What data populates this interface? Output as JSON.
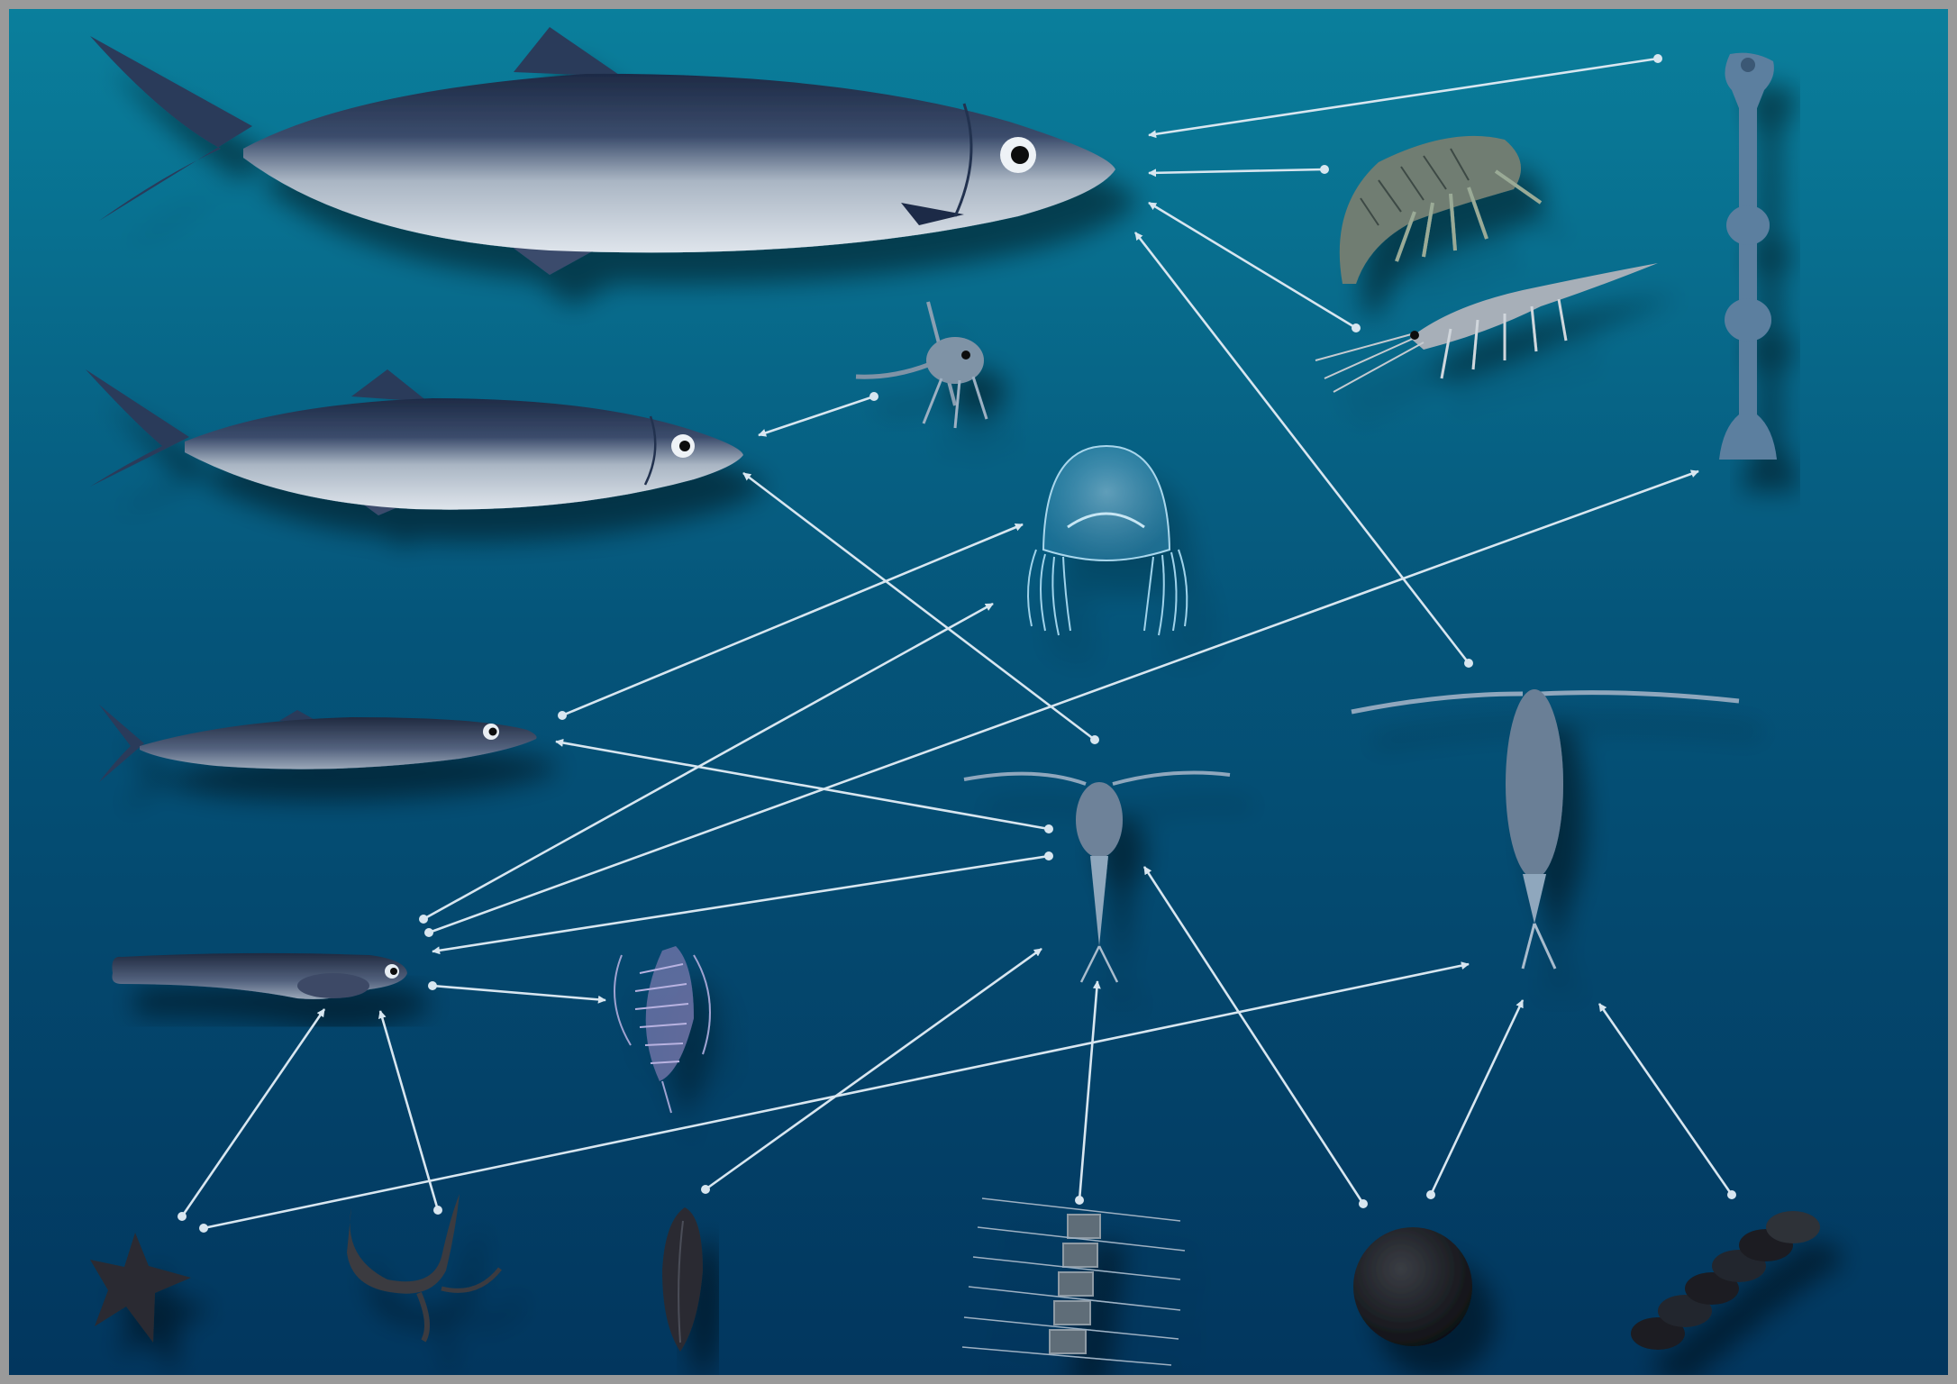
{
  "diagram": {
    "kind": "marine-food-web",
    "colors": {
      "water_top": "#0a7f9c",
      "water_mid": "#05557a",
      "water_bottom": "#02365e",
      "arrow": "#d8e6f0",
      "fish_back": "#1e2b46",
      "fish_belly": "#c3cdd8",
      "plankton": "#8fa7bd"
    },
    "organisms": [
      {
        "id": "adult-fish-large",
        "icon": "fish-icon"
      },
      {
        "id": "adult-fish-medium",
        "icon": "fish-icon"
      },
      {
        "id": "small-fish",
        "icon": "fish-icon"
      },
      {
        "id": "fish-larva",
        "icon": "fish-larva-icon"
      },
      {
        "id": "amphipod",
        "icon": "amphipod-icon"
      },
      {
        "id": "krill",
        "icon": "krill-icon"
      },
      {
        "id": "arrow-worm",
        "icon": "arrow-worm-icon"
      },
      {
        "id": "crab-larva",
        "icon": "crab-larva-icon"
      },
      {
        "id": "jellyfish",
        "icon": "jellyfish-icon"
      },
      {
        "id": "comb-jelly",
        "icon": "comb-jelly-icon"
      },
      {
        "id": "copepod-small",
        "icon": "copepod-icon"
      },
      {
        "id": "copepod-large",
        "icon": "copepod-icon"
      },
      {
        "id": "dinoflagellate-star",
        "icon": "dinoflagellate-icon"
      },
      {
        "id": "dinoflagellate-horned",
        "icon": "ceratium-icon"
      },
      {
        "id": "diatom-pennate",
        "icon": "diatom-icon"
      },
      {
        "id": "diatom-chain",
        "icon": "diatom-chain-icon"
      },
      {
        "id": "coccolithophore",
        "icon": "coccolithophore-icon"
      },
      {
        "id": "diatom-coil",
        "icon": "diatom-coil-icon"
      }
    ],
    "feeding_links": [
      {
        "prey": "arrow-worm",
        "predator": "adult-fish-large"
      },
      {
        "prey": "amphipod",
        "predator": "adult-fish-large"
      },
      {
        "prey": "krill",
        "predator": "adult-fish-large"
      },
      {
        "prey": "copepod-large",
        "predator": "adult-fish-large"
      },
      {
        "prey": "crab-larva",
        "predator": "adult-fish-medium"
      },
      {
        "prey": "copepod-small",
        "predator": "adult-fish-medium"
      },
      {
        "prey": "small-fish",
        "predator": "jellyfish"
      },
      {
        "prey": "copepod-small",
        "predator": "small-fish"
      },
      {
        "prey": "fish-larva",
        "predator": "jellyfish"
      },
      {
        "prey": "fish-larva",
        "predator": "arrow-worm"
      },
      {
        "prey": "copepod-small",
        "predator": "fish-larva"
      },
      {
        "prey": "fish-larva",
        "predator": "comb-jelly"
      },
      {
        "prey": "dinoflagellate-star",
        "predator": "fish-larva"
      },
      {
        "prey": "dinoflagellate-horned",
        "predator": "fish-larva"
      },
      {
        "prey": "dinoflagellate-star",
        "predator": "copepod-large"
      },
      {
        "prey": "diatom-pennate",
        "predator": "copepod-small"
      },
      {
        "prey": "diatom-chain",
        "predator": "copepod-small"
      },
      {
        "prey": "coccolithophore",
        "predator": "copepod-small"
      },
      {
        "prey": "coccolithophore",
        "predator": "copepod-large"
      },
      {
        "prey": "diatom-coil",
        "predator": "copepod-large"
      }
    ]
  }
}
